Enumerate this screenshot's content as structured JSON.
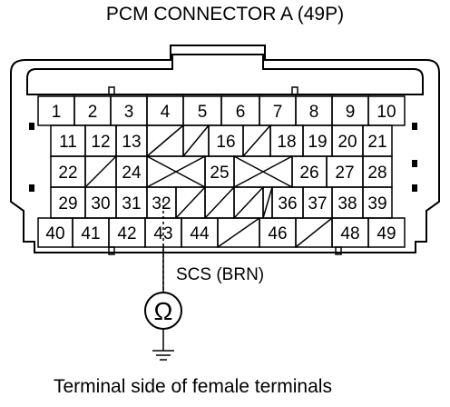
{
  "title": "PCM CONNECTOR A (49P)",
  "caption": "Terminal side of female terminals",
  "wire_label": "SCS (BRN)",
  "meter_symbol": "Ω",
  "probe_pin": "43",
  "rows": [
    {
      "cells": [
        {
          "kind": "pin",
          "label": "1"
        },
        {
          "kind": "pin",
          "label": "2"
        },
        {
          "kind": "pin",
          "label": "3"
        },
        {
          "kind": "pin",
          "label": "4"
        },
        {
          "kind": "pin",
          "label": "5"
        },
        {
          "kind": "pin",
          "label": "6"
        },
        {
          "kind": "pin",
          "label": "7"
        },
        {
          "kind": "pin",
          "label": "8"
        },
        {
          "kind": "pin",
          "label": "9"
        },
        {
          "kind": "pin",
          "label": "10"
        }
      ]
    },
    {
      "cells": [
        {
          "kind": "pin",
          "label": "11"
        },
        {
          "kind": "pin",
          "label": "12"
        },
        {
          "kind": "pin",
          "label": "13"
        },
        {
          "kind": "empty"
        },
        {
          "kind": "empty"
        },
        {
          "kind": "pin",
          "label": "16"
        },
        {
          "kind": "empty"
        },
        {
          "kind": "pin",
          "label": "18"
        },
        {
          "kind": "pin",
          "label": "19"
        },
        {
          "kind": "pin",
          "label": "20"
        },
        {
          "kind": "pin",
          "label": "21"
        }
      ]
    },
    {
      "cells": [
        {
          "kind": "pin",
          "label": "22"
        },
        {
          "kind": "empty"
        },
        {
          "kind": "pin",
          "label": "24"
        },
        {
          "kind": "blocked"
        },
        {
          "kind": "pin",
          "label": "25"
        },
        {
          "kind": "blocked"
        },
        {
          "kind": "pin",
          "label": "26"
        },
        {
          "kind": "pin",
          "label": "27"
        },
        {
          "kind": "pin",
          "label": "28"
        }
      ]
    },
    {
      "cells": [
        {
          "kind": "pin",
          "label": "29"
        },
        {
          "kind": "pin",
          "label": "30"
        },
        {
          "kind": "pin",
          "label": "31"
        },
        {
          "kind": "pin",
          "label": "32"
        },
        {
          "kind": "empty"
        },
        {
          "kind": "empty"
        },
        {
          "kind": "empty"
        },
        {
          "kind": "empty"
        },
        {
          "kind": "pin",
          "label": "36"
        },
        {
          "kind": "pin",
          "label": "37"
        },
        {
          "kind": "pin",
          "label": "38"
        },
        {
          "kind": "pin",
          "label": "39"
        }
      ]
    },
    {
      "cells": [
        {
          "kind": "pin",
          "label": "40"
        },
        {
          "kind": "pin",
          "label": "41"
        },
        {
          "kind": "pin",
          "label": "42"
        },
        {
          "kind": "pin",
          "label": "43"
        },
        {
          "kind": "pin",
          "label": "44"
        },
        {
          "kind": "empty"
        },
        {
          "kind": "pin",
          "label": "46"
        },
        {
          "kind": "empty"
        },
        {
          "kind": "pin",
          "label": "48"
        },
        {
          "kind": "pin",
          "label": "49"
        }
      ]
    }
  ]
}
